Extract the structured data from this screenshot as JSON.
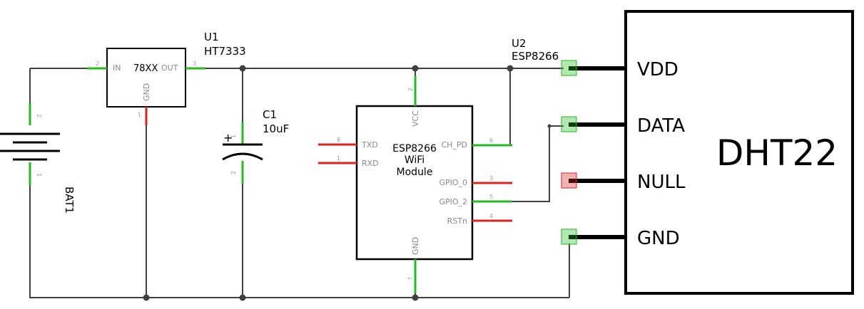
{
  "regulator": {
    "ref": "U1",
    "value": "HT7333",
    "body": "78XX",
    "pin_in": "IN",
    "pin_out": "OUT",
    "pin_gnd": "GND",
    "pin_in_num": "2",
    "pin_out_num": "3",
    "pin_gnd_num": "1"
  },
  "capacitor": {
    "ref": "C1",
    "value": "10uF",
    "plus": "+",
    "pin1_num": "1",
    "pin2_num": "2"
  },
  "battery": {
    "ref": "BAT1",
    "pin1_num": "1",
    "pin2_num": "2"
  },
  "esp": {
    "ref": "U2",
    "value": "ESP8266",
    "body_line1": "ESP8266",
    "body_line2": "WiFi",
    "body_line3": "Module",
    "pins": {
      "vcc": "VCC",
      "gnd": "GND",
      "txd": "TXD",
      "rxd": "RXD",
      "ch_pd": "CH_PD",
      "gpio0": "GPIO_0",
      "gpio2": "GPIO_2",
      "rstn": "RSTn"
    },
    "pin_nums": {
      "vcc": "2",
      "gnd": "7",
      "txd": "8",
      "rxd": "1",
      "ch_pd": "6",
      "gpio0": "3",
      "gpio2": "5",
      "rstn": "4"
    }
  },
  "sensor": {
    "name": "DHT22",
    "pins": [
      "VDD",
      "DATA",
      "NULL",
      "GND"
    ]
  },
  "colors": {
    "wire": "#404040",
    "connected": "#22bb22",
    "unconnected": "#dd2222",
    "outline": "#000000"
  }
}
